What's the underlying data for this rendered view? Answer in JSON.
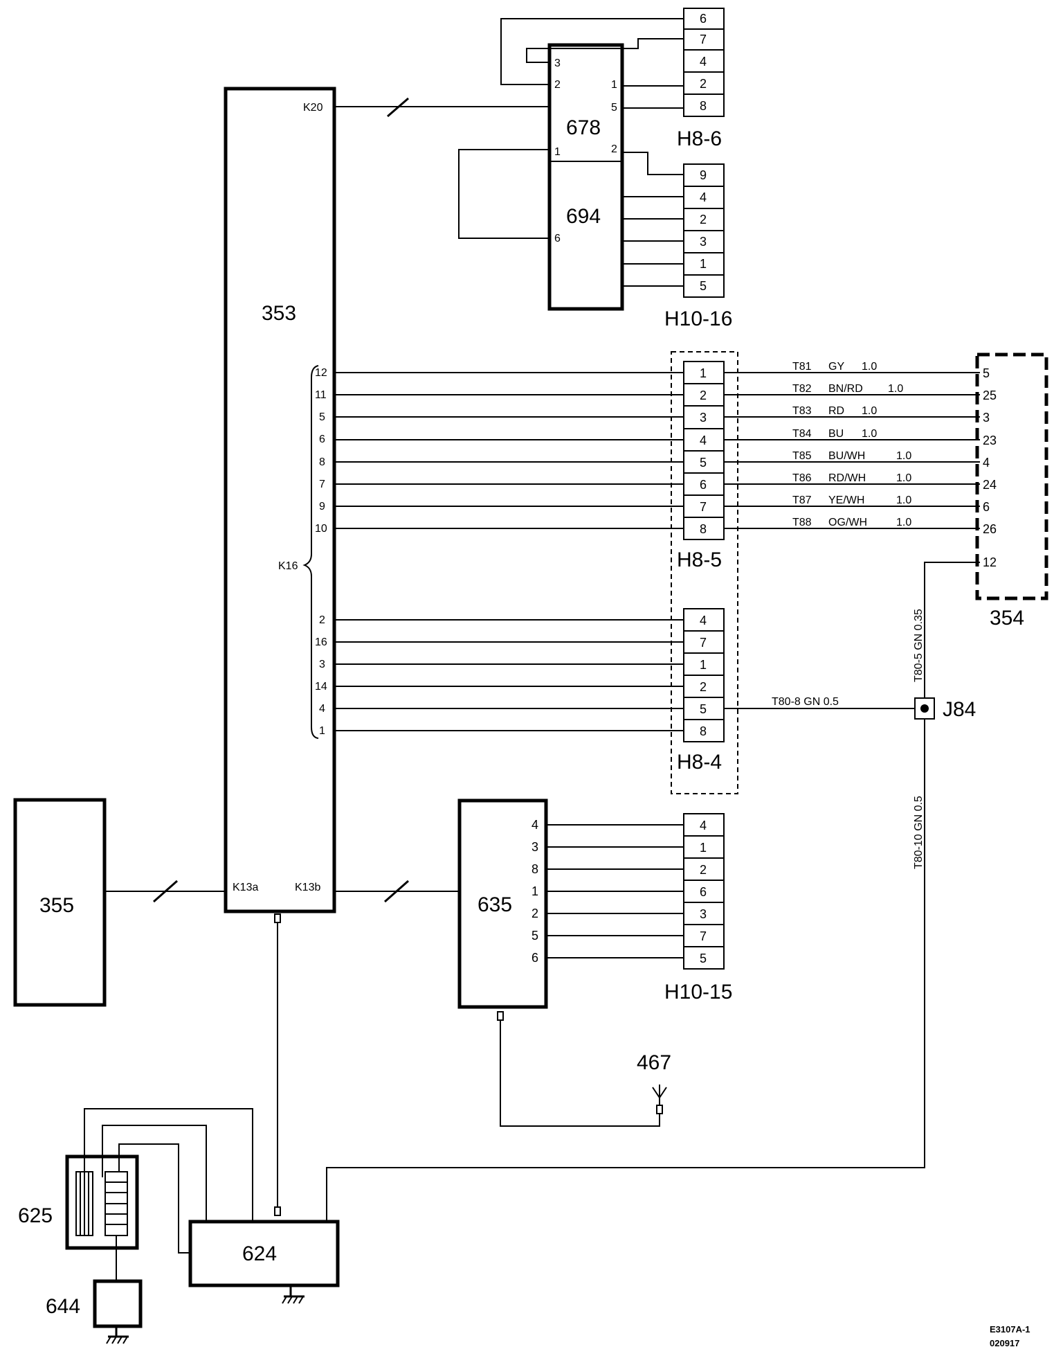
{
  "components": {
    "c353": "353",
    "c354": "354",
    "c355": "355",
    "c624": "624",
    "c625": "625",
    "c635": "635",
    "c644": "644",
    "c678": "678",
    "c694": "694",
    "c467": "467",
    "j84": "J84"
  },
  "pins_353": {
    "k20": "K20",
    "k16": "K16",
    "k13a": "K13a",
    "k13b": "K13b",
    "k16_upper": [
      "12",
      "11",
      "5",
      "6",
      "8",
      "7",
      "9",
      "10"
    ],
    "k16_lower": [
      "2",
      "16",
      "3",
      "14",
      "4",
      "1"
    ]
  },
  "pins_678": {
    "p3": "3",
    "p2": "2",
    "p1": "1",
    "p5": "5",
    "p1b": "1",
    "p2b": "2"
  },
  "pins_694": {
    "p6": "6"
  },
  "pins_635": [
    "4",
    "3",
    "8",
    "1",
    "2",
    "5",
    "6"
  ],
  "pins_354": [
    "5",
    "25",
    "3",
    "23",
    "4",
    "24",
    "6",
    "26",
    "12"
  ],
  "connectors": {
    "h8_6": {
      "label": "H8-6",
      "pins": [
        "6",
        "7",
        "4",
        "2",
        "8"
      ]
    },
    "h10_16": {
      "label": "H10-16",
      "pins": [
        "9",
        "4",
        "2",
        "3",
        "1",
        "5"
      ]
    },
    "h8_5": {
      "label": "H8-5",
      "pins": [
        "1",
        "2",
        "3",
        "4",
        "5",
        "6",
        "7",
        "8"
      ]
    },
    "h8_4": {
      "label": "H8-4",
      "pins": [
        "4",
        "7",
        "1",
        "2",
        "5",
        "8"
      ]
    },
    "h10_15": {
      "label": "H10-15",
      "pins": [
        "4",
        "1",
        "2",
        "6",
        "3",
        "7",
        "5"
      ]
    }
  },
  "wires_h8_5": [
    {
      "id": "T81",
      "color": "GY",
      "size": "1.0"
    },
    {
      "id": "T82",
      "color": "BN/RD",
      "size": "1.0"
    },
    {
      "id": "T83",
      "color": "RD",
      "size": "1.0"
    },
    {
      "id": "T84",
      "color": "BU",
      "size": "1.0"
    },
    {
      "id": "T85",
      "color": "BU/WH",
      "size": "1.0"
    },
    {
      "id": "T86",
      "color": "RD/WH",
      "size": "1.0"
    },
    {
      "id": "T87",
      "color": "YE/WH",
      "size": "1.0"
    },
    {
      "id": "T88",
      "color": "OG/WH",
      "size": "1.0"
    }
  ],
  "wire_labels": {
    "t80_8": "T80-8  GN  0.5",
    "t80_5": "T80-5  GN  0.35",
    "t80_10": "T80-10  GN  0.5"
  },
  "footer": {
    "code": "E3107A-1",
    "date": "020917"
  }
}
